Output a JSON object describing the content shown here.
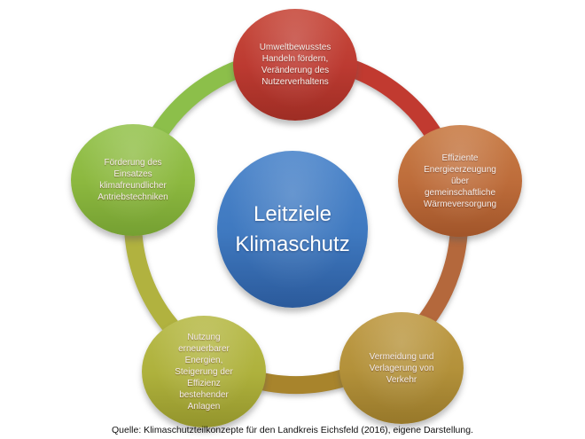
{
  "diagram": {
    "title": "Leitziele Klimaschutz",
    "center_node": {
      "label": "Leitziele\nKlimaschutz",
      "color": "#3f79c0",
      "color_light": "#4d86cb",
      "color_dark": "#2b5a9b"
    },
    "nodes": [
      {
        "id": "top",
        "label": "Umweltbewusstes\nHandeln fördern,\nVeränderung des\nNutzerverhaltens",
        "color": "#bc3a31",
        "color_light": "#c84b3d",
        "color_dark": "#9e2d24"
      },
      {
        "id": "right-upper",
        "label": "Effiziente\nEnergieerzeugung\nüber\ngemeinschaftliche\nWärmeversorgung",
        "color": "#bd6c3a",
        "color_light": "#c97d47",
        "color_dark": "#a1552a"
      },
      {
        "id": "right-lower",
        "label": "Vermeidung und\nVerlagerung von\nVerkehr",
        "color": "#b3913a",
        "color_light": "#c09c48",
        "color_dark": "#97782a"
      },
      {
        "id": "left-lower",
        "label": "Nutzung\nerneuerbarer\nEnergien,\nSteigerung der\nEffizienz\nbestehender\nAnlagen",
        "color": "#aeb13c",
        "color_light": "#b9bc4d",
        "color_dark": "#93942c"
      },
      {
        "id": "left",
        "label": "Förderung des\nEinsatzes\nklimafreundlicher\nAntriebstechniken",
        "color": "#8cb83f",
        "color_light": "#98c553",
        "color_dark": "#75a032"
      }
    ],
    "ring": {
      "segments": [
        {
          "from": "left",
          "to": "top",
          "color": "#8cbf4a"
        },
        {
          "from": "top",
          "to": "right-upper",
          "color": "#c13a30"
        },
        {
          "from": "right-upper",
          "to": "right-lower",
          "color": "#b4683c"
        },
        {
          "from": "right-lower",
          "to": "left-lower",
          "color": "#a8842c"
        },
        {
          "from": "left-lower",
          "to": "left",
          "color": "#b1b23f"
        }
      ]
    },
    "caption": "Quelle: Klimaschutzteilkonzepte für den Landkreis Eichsfeld (2016), eigene Darstellung."
  }
}
